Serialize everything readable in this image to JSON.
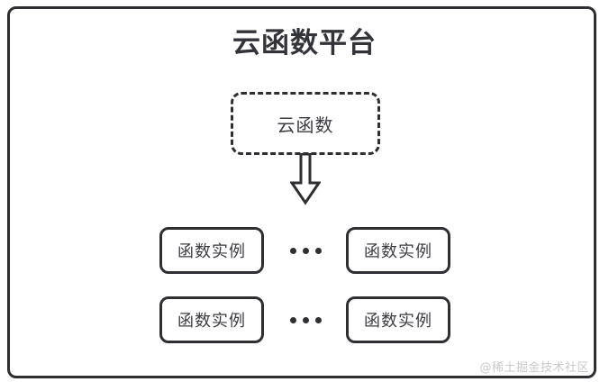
{
  "diagram": {
    "title": "云函数平台",
    "cloud_function": {
      "label": "云函数"
    },
    "arrow": {
      "icon": "down-block-arrow"
    },
    "rows": [
      {
        "left_instance": "函数实例",
        "ellipsis": "•••",
        "right_instance": "函数实例"
      },
      {
        "left_instance": "函数实例",
        "ellipsis": "•••",
        "right_instance": "函数实例"
      }
    ],
    "watermark": "@稀土掘金技术社区",
    "colors": {
      "stroke": "#2f2f33",
      "title_text": "#33343a",
      "box_text": "#3b3c42",
      "watermark_text": "#c9c9cc",
      "background": "#ffffff"
    }
  }
}
